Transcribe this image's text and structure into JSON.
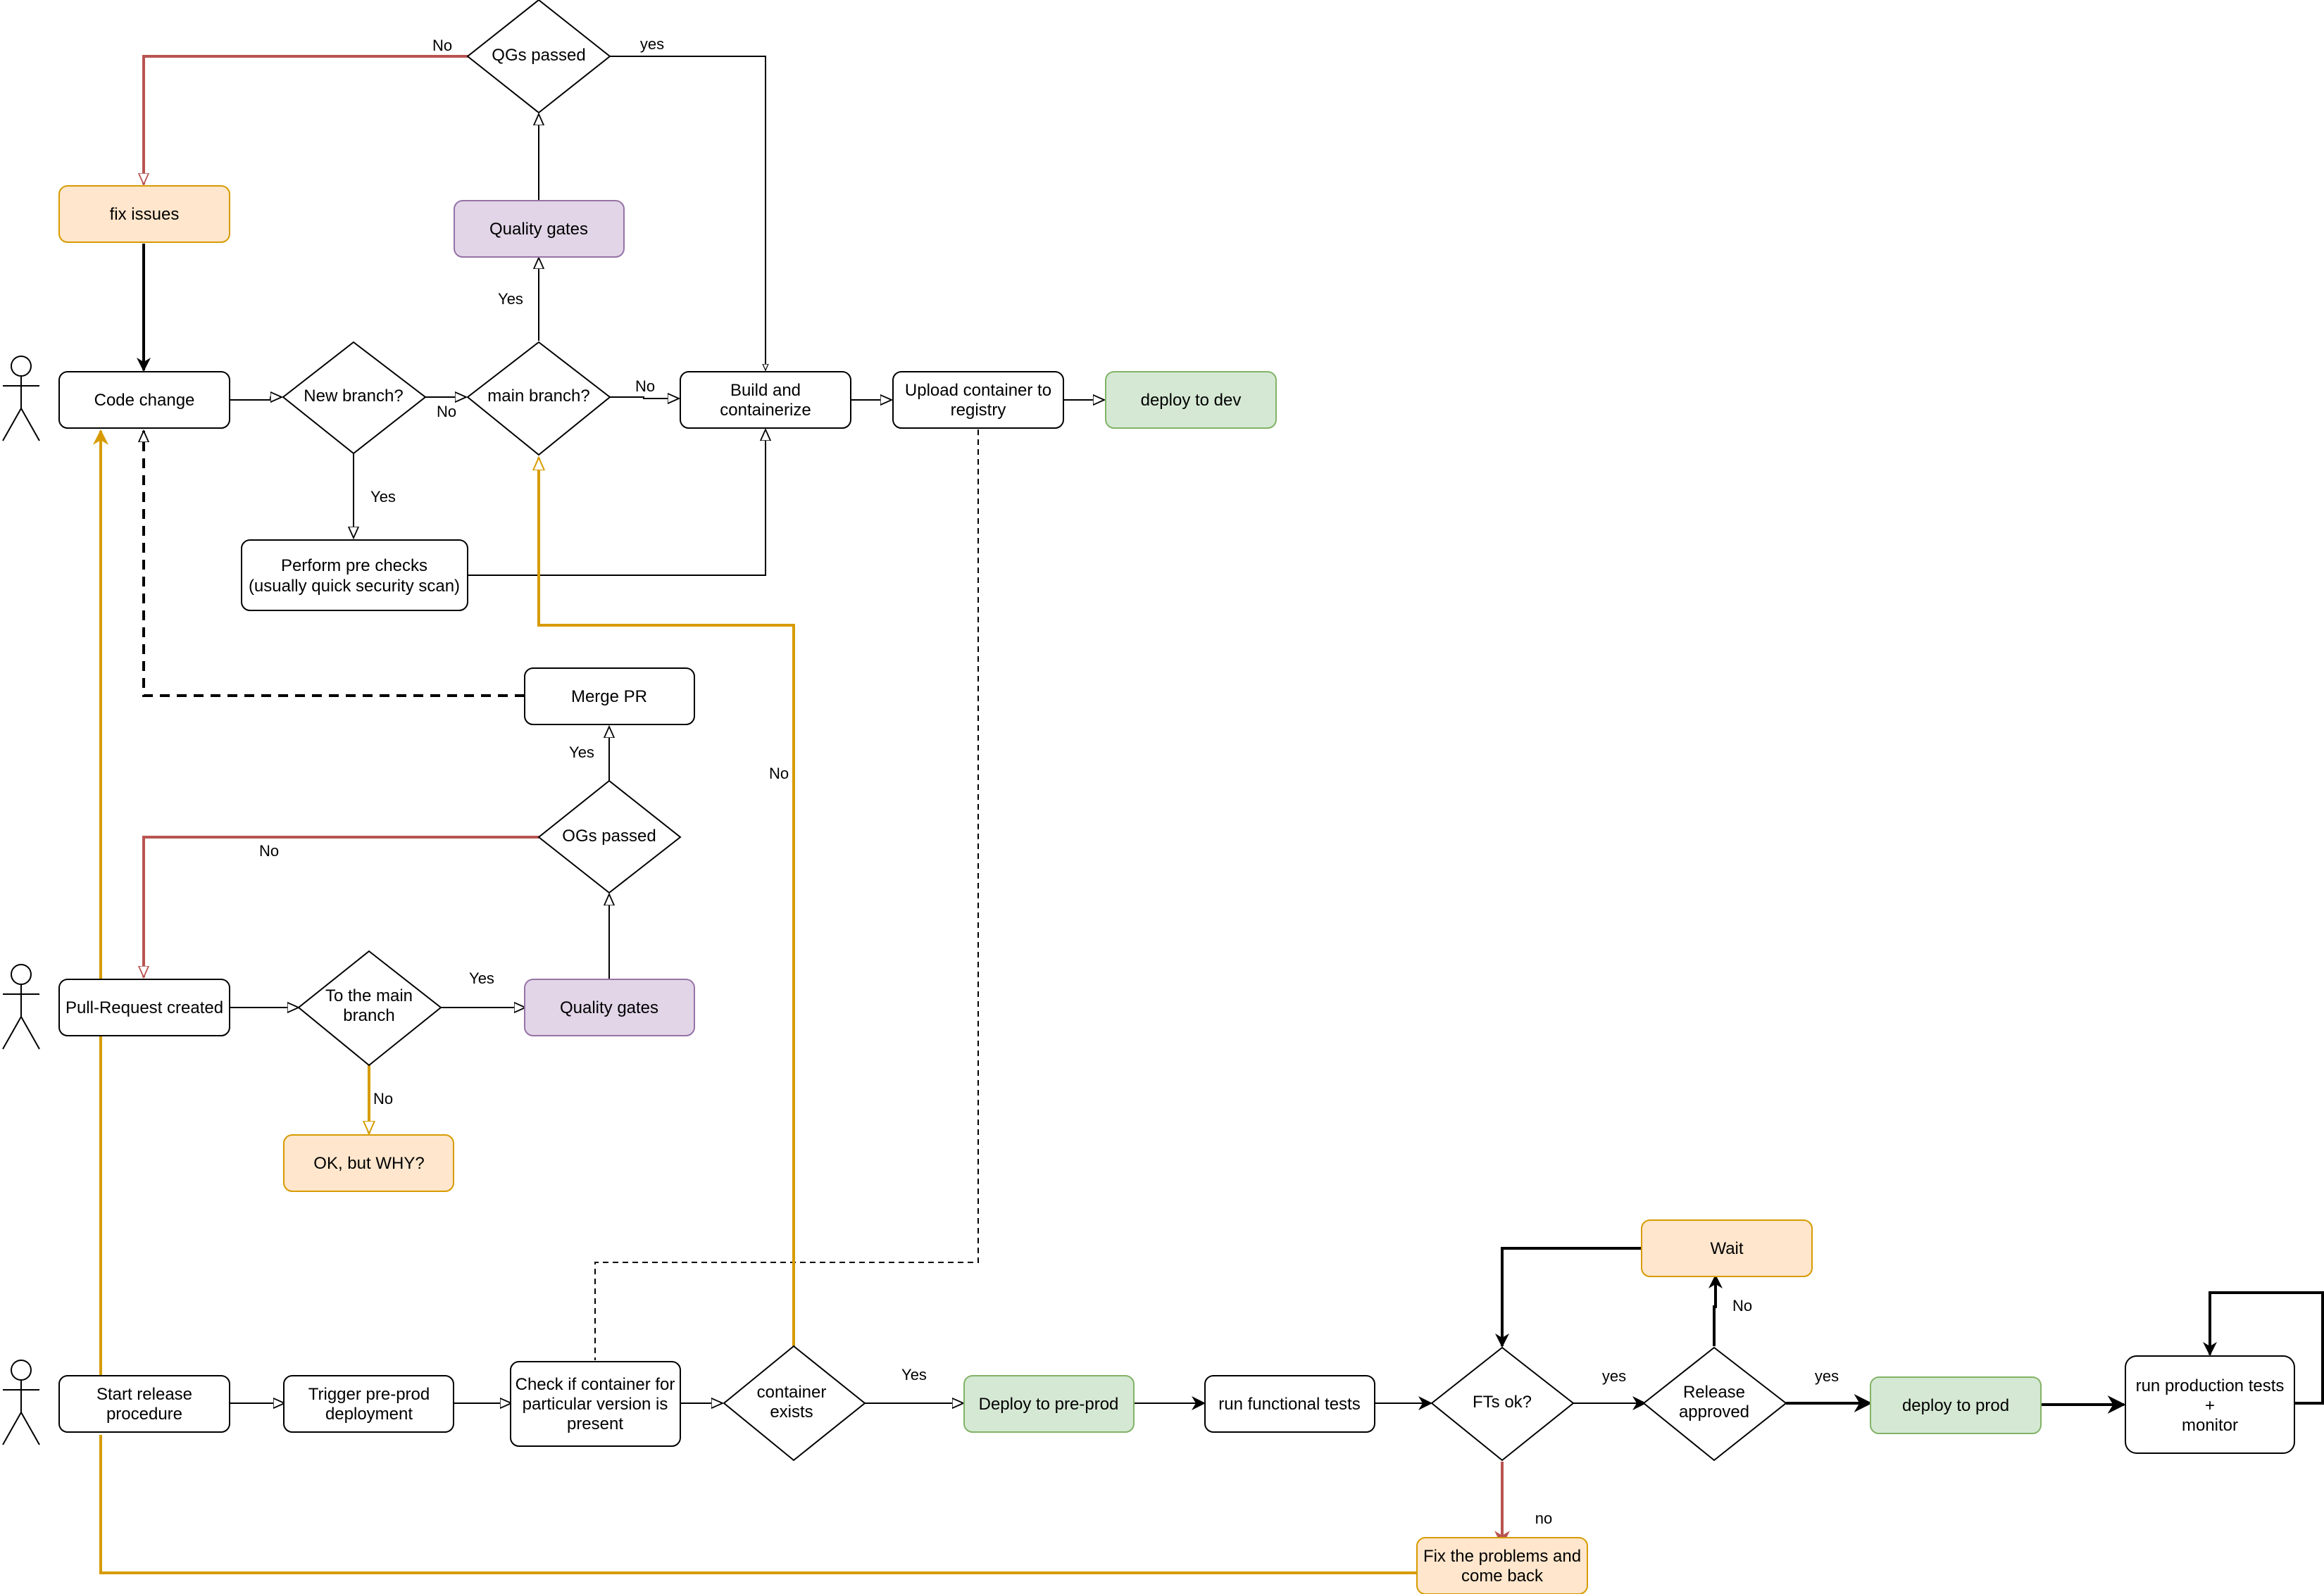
{
  "colors": {
    "stroke": "#000000",
    "fill_white": "#ffffff",
    "fill_orange": "#ffe6cc",
    "stroke_orange": "#d79b00",
    "fill_purple": "#e1d5e7",
    "stroke_purple": "#9673a6",
    "fill_green": "#d5e8d4",
    "stroke_green": "#82b366",
    "red_edge": "#b85450",
    "gold_edge": "#d79b00"
  },
  "nodes": {
    "qgs_passed": "QGs passed",
    "fix_issues": "fix issues",
    "quality_gates_top": "Quality gates",
    "code_change": "Code change",
    "new_branch": "New branch?",
    "main_branch": "main branch?",
    "build": [
      "Build and",
      "containerize"
    ],
    "upload": [
      "Upload container to",
      "registry"
    ],
    "deploy_dev": "deploy to dev",
    "pre_checks": [
      "Perform pre checks",
      "(usually quick security scan)"
    ],
    "merge_pr": "Merge PR",
    "ogs_passed": "OGs passed",
    "pull_request": "Pull-Request created",
    "to_main": [
      "To the main",
      "branch"
    ],
    "quality_gates_mid": "Quality gates",
    "ok_why": "OK, but WHY?",
    "start_release": [
      "Start release",
      "procedure"
    ],
    "trigger": [
      "Trigger pre-prod",
      "deployment"
    ],
    "check_container": [
      "Check if container for",
      "particular version is",
      "present"
    ],
    "container_exists": [
      "container",
      "exists"
    ],
    "deploy_preprod": "Deploy to pre-prod",
    "run_ft": "run functional tests",
    "fts_ok": "FTs ok?",
    "wait": "Wait",
    "release_approved": [
      "Release",
      "approved"
    ],
    "deploy_prod": "deploy to prod",
    "run_prod_tests": [
      "run production tests",
      "+",
      "monitor"
    ],
    "fix_problems": [
      "Fix the problems and",
      "come back"
    ]
  },
  "edge_labels": {
    "qg_no": "No",
    "qg_yes": "yes",
    "qg_top_yes": "Yes",
    "new_branch_no": "No",
    "main_branch_no": "No",
    "new_branch_yes": "Yes",
    "merge_yes": "Yes",
    "og_no": "No",
    "to_main_yes": "Yes",
    "to_main_no": "No",
    "container_no": "No",
    "container_yes": "Yes",
    "fts_yes": "yes",
    "release_no": "No",
    "release_yes": "yes",
    "fts_no": "no"
  }
}
